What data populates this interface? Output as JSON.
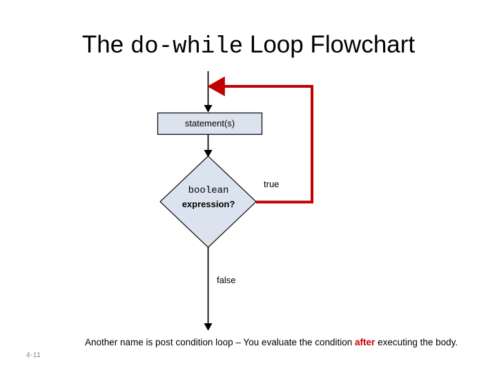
{
  "slide": {
    "title": {
      "prefix": "The ",
      "code": "do-while",
      "suffix": " Loop Flowchart"
    },
    "slide_number": "4-11"
  },
  "flowchart": {
    "process_box": {
      "label": "statement(s)",
      "fill_color": "#dbe3ef",
      "border_color": "#000000"
    },
    "decision_diamond": {
      "line1": "boolean",
      "line2": "expression?",
      "fill_color": "#dbe3ef",
      "border_color": "#000000"
    },
    "branches": {
      "true_label": "true",
      "false_label": "false"
    },
    "colors": {
      "loop_arrow": "#c00000",
      "flow_arrow": "#000000"
    }
  },
  "footer": {
    "text_before": "Another name is post condition loop – You evaluate the condition ",
    "emphasis": "after",
    "text_after": " executing the body."
  }
}
